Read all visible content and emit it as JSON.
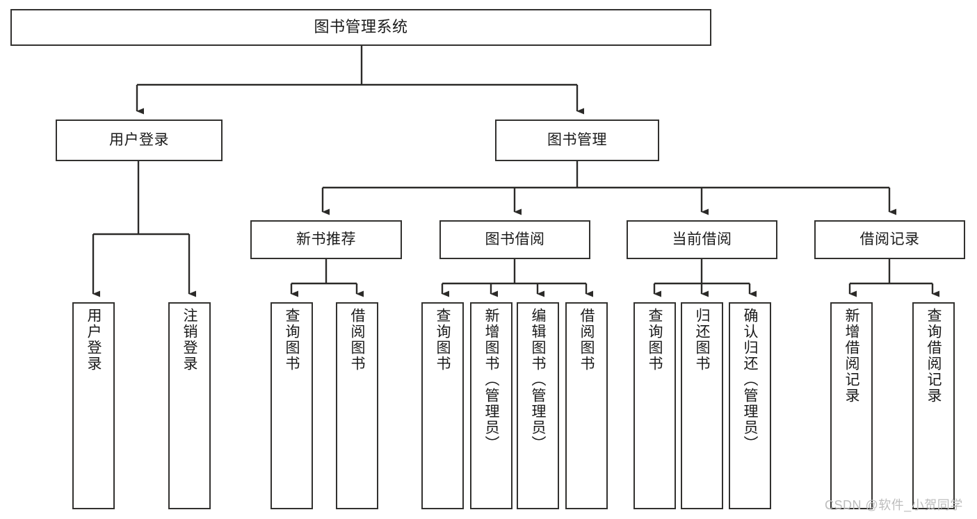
{
  "diagram": {
    "title": "图书管理系统",
    "type": "tree-hierarchy",
    "root": {
      "label": "图书管理系统"
    },
    "level1": [
      {
        "label": "用户登录"
      },
      {
        "label": "图书管理"
      }
    ],
    "level2": [
      {
        "label": "新书推荐"
      },
      {
        "label": "图书借阅"
      },
      {
        "label": "当前借阅"
      },
      {
        "label": "借阅记录"
      }
    ],
    "leaves": {
      "user_login": [
        {
          "label": "用户登录"
        },
        {
          "label": "注销登录"
        }
      ],
      "new_book_recommend": [
        {
          "label": "查询图书"
        },
        {
          "label": "借阅图书"
        }
      ],
      "book_borrow": [
        {
          "label": "查询图书"
        },
        {
          "label": "新增图书（管理员）"
        },
        {
          "label": "编辑图书（管理员）"
        },
        {
          "label": "借阅图书"
        }
      ],
      "current_borrow": [
        {
          "label": "查询图书"
        },
        {
          "label": "归还图书"
        },
        {
          "label": "确认归还（管理员）"
        }
      ],
      "borrow_record": [
        {
          "label": "新增借阅记录"
        },
        {
          "label": "查询借阅记录"
        }
      ]
    }
  },
  "watermark": {
    "text": "CSDN @软件_小贺同学"
  },
  "colors": {
    "box_border": "#32312f",
    "box_fill": "#ffffff",
    "connector": "#2b2a28",
    "text": "#1a1a1a",
    "watermark": "#bdbdbd"
  }
}
